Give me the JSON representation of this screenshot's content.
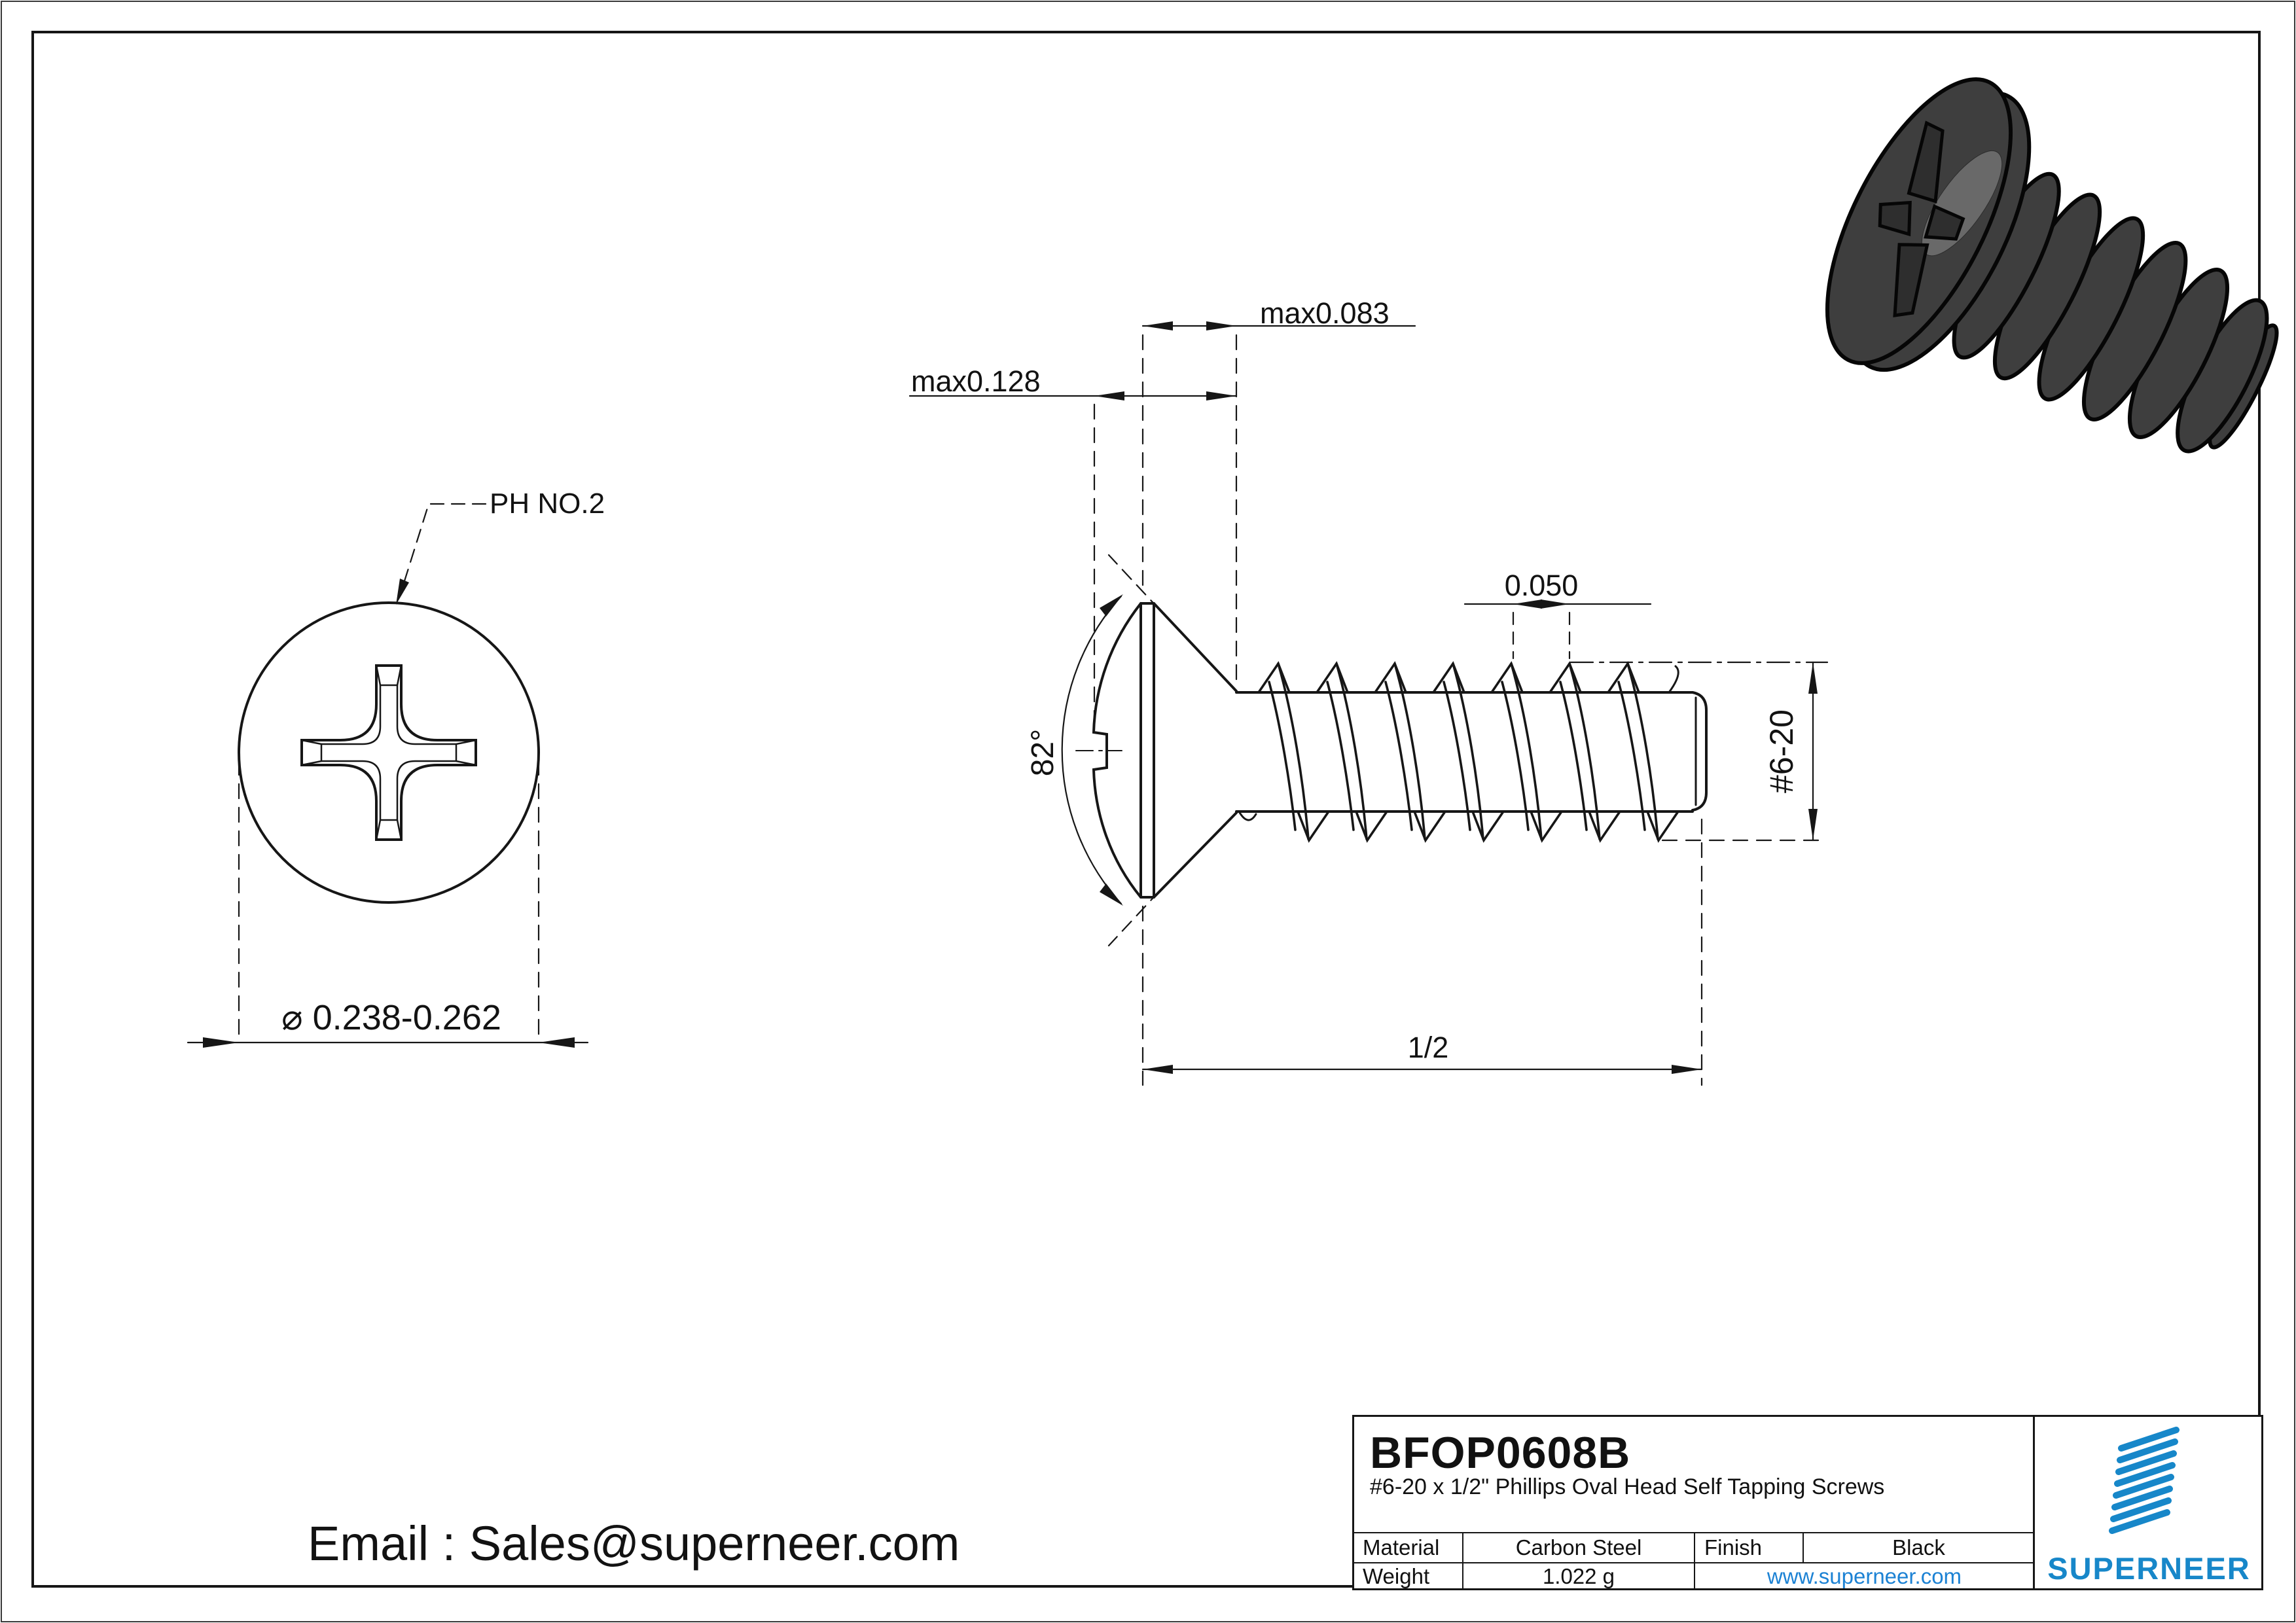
{
  "page": {
    "email": "Email : Sales@superneer.com"
  },
  "front_view": {
    "recess_label": "PH NO.2",
    "diameter_dim": "⌀ 0.238-0.262"
  },
  "side_view": {
    "head_top_dim": "max0.083",
    "head_total_dim": "max0.128",
    "pitch_dim": "0.050",
    "angle_dim": "82°",
    "thread_dim": "#6-20",
    "length_dim": "1/2"
  },
  "title_block": {
    "part_number": "BFOP0608B",
    "description": "#6-20 x 1/2\" Phillips Oval Head Self Tapping Screws",
    "material_label": "Material",
    "material_value": "Carbon Steel",
    "finish_label": "Finish",
    "finish_value": "Black",
    "weight_label": "Weight",
    "weight_value": "1.022 g",
    "website": "www.superneer.com",
    "brand": "SUPERNEER"
  },
  "colors": {
    "line": "#161616",
    "brand_blue": "#1787c9",
    "link_blue": "#1c82d4",
    "screw_body": "#3e3e3e"
  },
  "icons": {
    "brand_logo": "diagonal-stripes-parallelogram",
    "screw_photo": "black-oval-head-phillips-screw-3d"
  }
}
